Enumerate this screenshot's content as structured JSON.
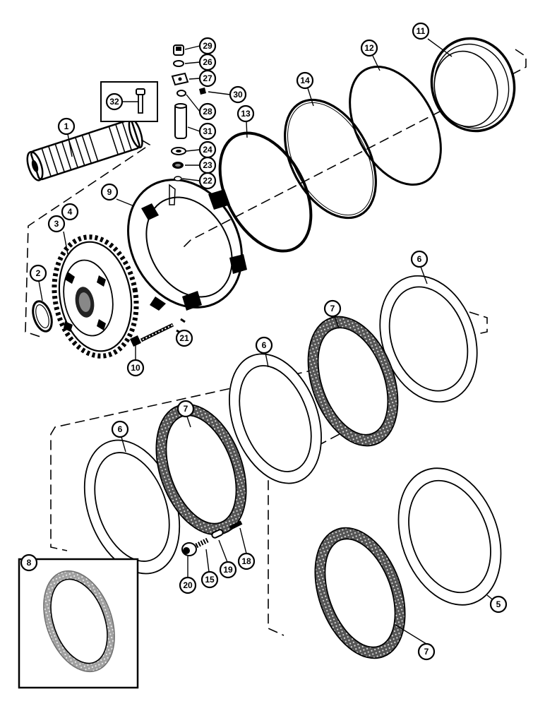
{
  "callouts": {
    "c1": "1",
    "c2": "2",
    "c3": "3",
    "c4": "4",
    "c5": "5",
    "c6a": "6",
    "c6b": "6",
    "c6c": "6",
    "c7a": "7",
    "c7b": "7",
    "c7c": "7",
    "c8": "8",
    "c9": "9",
    "c10": "10",
    "c11": "11",
    "c12": "12",
    "c13": "13",
    "c14": "14",
    "c15": "15",
    "c18": "18",
    "c19": "19",
    "c20": "20",
    "c21": "21",
    "c22": "22",
    "c23": "23",
    "c24": "24",
    "c26": "26",
    "c27": "27",
    "c28": "28",
    "c29": "29",
    "c30": "30",
    "c31": "31",
    "c32": "32"
  }
}
